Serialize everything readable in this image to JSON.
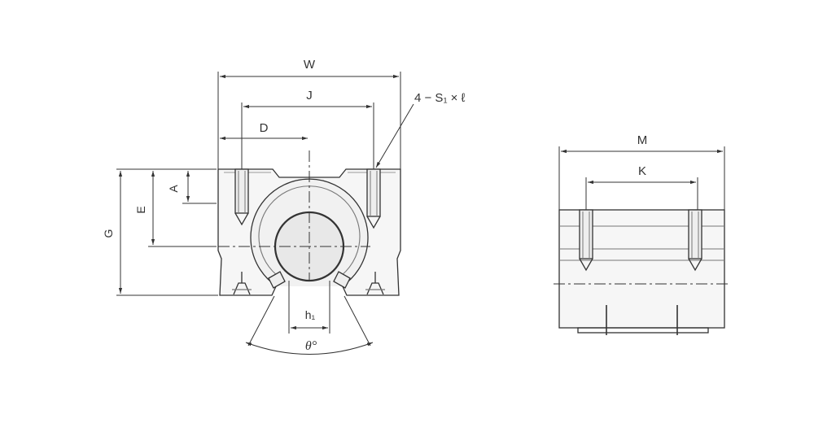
{
  "labels": {
    "W": "W",
    "J": "J",
    "D": "D",
    "callout": "4 − S₁ × ℓ",
    "A": "A",
    "E": "E",
    "G": "G",
    "h1": "h₁",
    "theta": "θ°",
    "M": "M",
    "K": "K"
  },
  "colors": {
    "stroke": "#333333",
    "light_stroke": "#888888",
    "body_fill": "#f4f4f4",
    "bore_fill": "#e9e9e9"
  }
}
